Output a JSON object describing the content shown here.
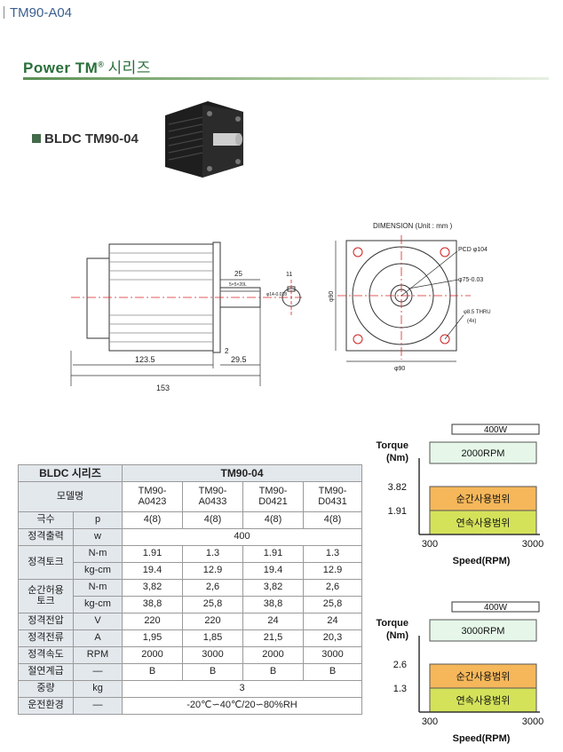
{
  "header": {
    "doc_title": "TM90-A04",
    "series_title": "Power TM",
    "series_title_sup": "®",
    "series_suffix": "시리즈",
    "model_title": "BLDC TM90-04"
  },
  "drawing": {
    "dimension_label": "DIMENSION (Unit : mm )",
    "side_dims": {
      "d25": "25",
      "d2": "2",
      "d123_5": "123.5",
      "d29_5": "29.5",
      "d153": "153",
      "key": "5×5×20L",
      "shaft": "φ14-0.018",
      "d11": "11"
    },
    "front_dims": {
      "phi90_v": "φ90",
      "phi90_h": "φ90",
      "pcd": "PCD φ104",
      "pilot": "φ75-0.03",
      "thru": "φ8.5 THRU",
      "thru_qty": "(4x)"
    }
  },
  "spec_table": {
    "series_label": "BLDC 시리즈",
    "series_value": "TM90-04",
    "model_label": "모델명",
    "models": [
      "TM90-A0423",
      "TM90-A0433",
      "TM90-D0421",
      "TM90-D0431"
    ],
    "rows": {
      "poles": {
        "label": "극수",
        "unit": "p",
        "values": [
          "4(8)",
          "4(8)",
          "4(8)",
          "4(8)"
        ]
      },
      "power": {
        "label": "정격출력",
        "unit": "w",
        "value": "400"
      },
      "torque_nm": {
        "label": "정격토크",
        "unit": "N-m",
        "values": [
          "1.91",
          "1.3",
          "1.91",
          "1.3"
        ]
      },
      "torque_kgcm": {
        "unit": "kg-cm",
        "values": [
          "19.4",
          "12.9",
          "19.4",
          "12.9"
        ]
      },
      "peak_nm": {
        "label1": "순간허용",
        "label2": "토크",
        "unit": "N-m",
        "values": [
          "3,82",
          "2,6",
          "3,82",
          "2,6"
        ]
      },
      "peak_kgcm": {
        "unit": "kg-cm",
        "values": [
          "38,8",
          "25,8",
          "38,8",
          "25,8"
        ]
      },
      "voltage": {
        "label": "정격전압",
        "unit": "V",
        "values": [
          "220",
          "220",
          "24",
          "24"
        ]
      },
      "current": {
        "label": "정격전류",
        "unit": "A",
        "values": [
          "1,95",
          "1,85",
          "21,5",
          "20,3"
        ]
      },
      "speed": {
        "label": "정격속도",
        "unit": "RPM",
        "values": [
          "2000",
          "3000",
          "2000",
          "3000"
        ]
      },
      "insulation": {
        "label": "절연계급",
        "unit": "—",
        "values": [
          "B",
          "B",
          "B",
          "B"
        ]
      },
      "weight": {
        "label": "중량",
        "unit": "kg",
        "value": "3"
      },
      "environment": {
        "label": "운전환경",
        "unit": "—",
        "value": "-20℃∽40℃/20∽80%RH"
      }
    }
  },
  "chart_data": [
    {
      "type": "area",
      "title": "400W",
      "rated_speed_label": "2000RPM",
      "ylabel": "Torque\n(Nm)",
      "xlabel": "Speed(RPM)",
      "x_ticks": [
        "300",
        "3000"
      ],
      "y_ticks": [
        "3.82",
        "1.91"
      ],
      "x": [
        300,
        3000
      ],
      "peak_torque": 3.82,
      "rated_torque": 1.91,
      "regions": [
        {
          "name": "순간사용범위",
          "ymin": 1.91,
          "ymax": 3.82,
          "color": "#f5b75a"
        },
        {
          "name": "연속사용범위",
          "ymin": 0,
          "ymax": 1.91,
          "color": "#d4e25a"
        }
      ]
    },
    {
      "type": "area",
      "title": "400W",
      "rated_speed_label": "3000RPM",
      "ylabel": "Torque\n(Nm)",
      "xlabel": "Speed(RPM)",
      "x_ticks": [
        "300",
        "3000"
      ],
      "y_ticks": [
        "2.6",
        "1.3"
      ],
      "x": [
        300,
        3000
      ],
      "peak_torque": 2.6,
      "rated_torque": 1.3,
      "regions": [
        {
          "name": "순간사용범위",
          "ymin": 1.3,
          "ymax": 2.6,
          "color": "#f5b75a"
        },
        {
          "name": "연속사용범위",
          "ymin": 0,
          "ymax": 1.3,
          "color": "#d4e25a"
        }
      ]
    }
  ],
  "colors": {
    "header_green": "#2a6f3a",
    "table_header": "#e3e8ed",
    "rpm_box": "#e6f7e9",
    "peak_region": "#f5b75a",
    "cont_region": "#d4e25a"
  }
}
